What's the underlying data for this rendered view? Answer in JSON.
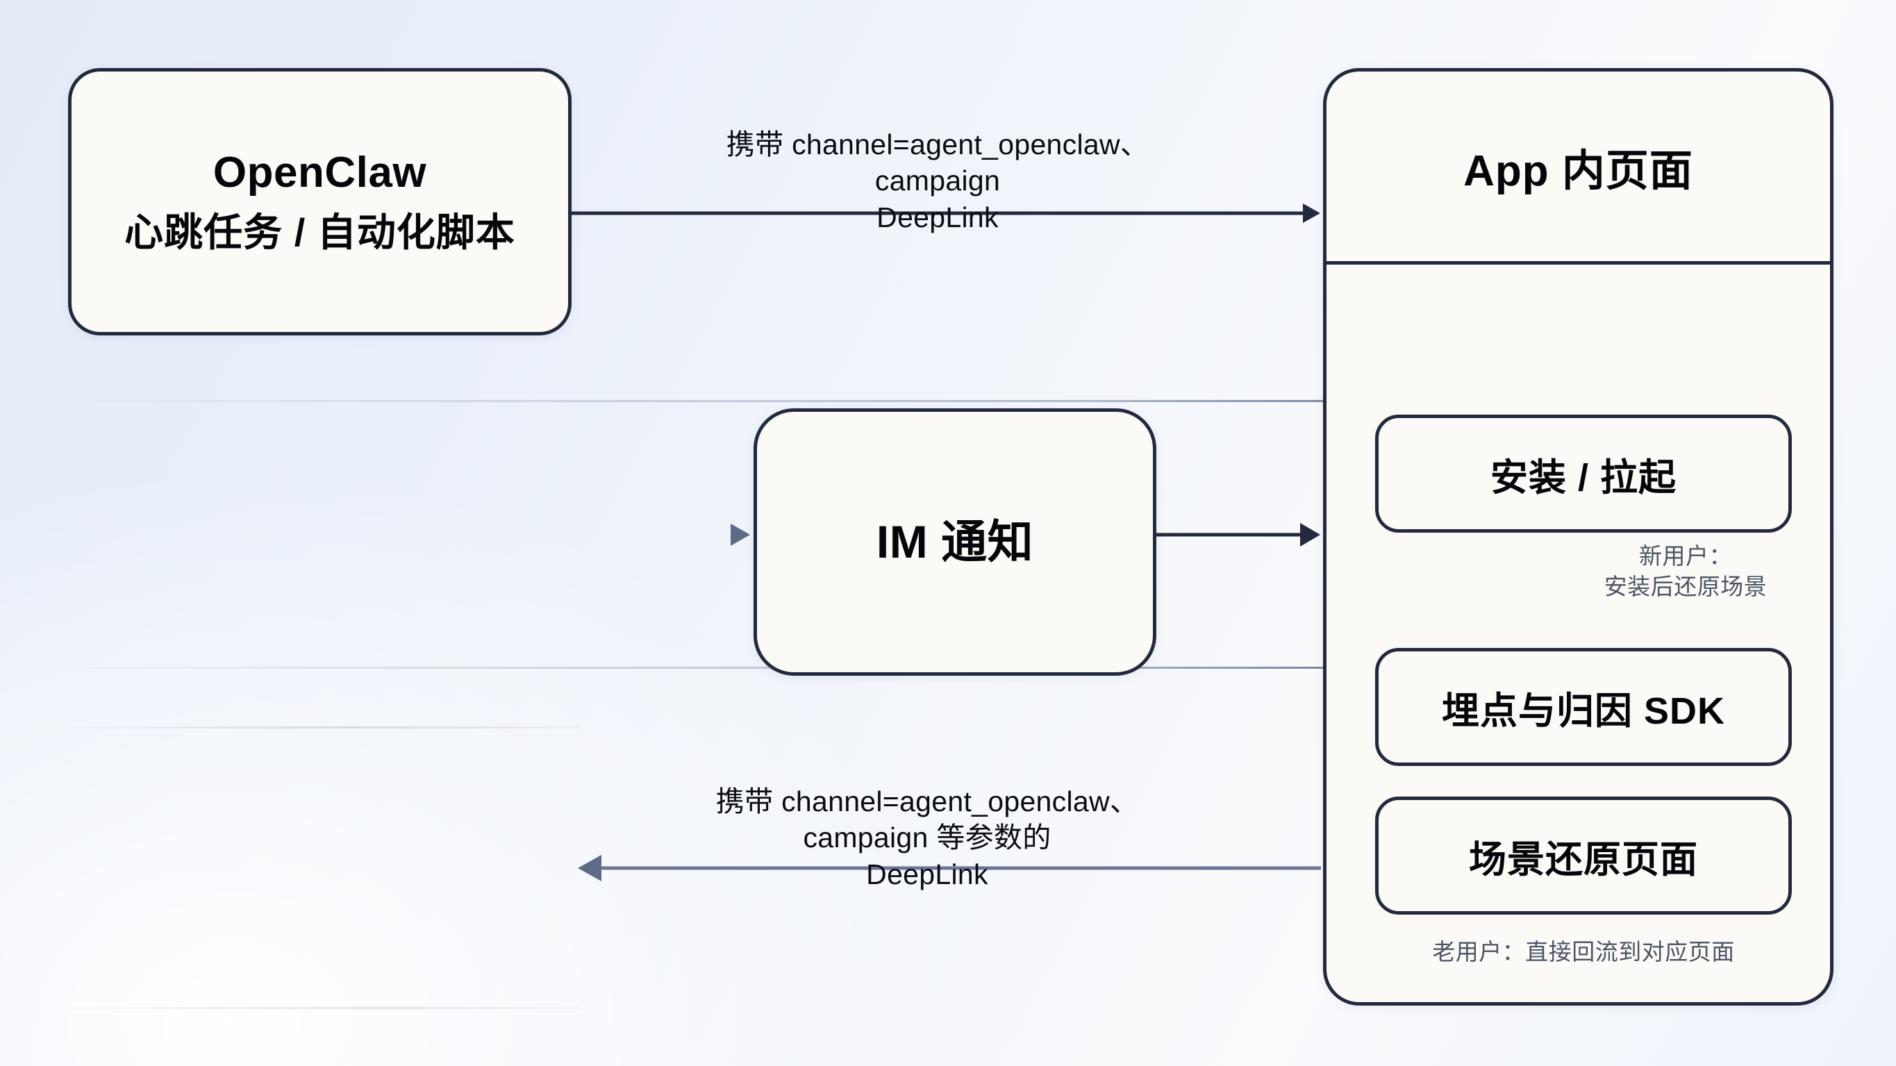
{
  "colors": {
    "stroke": "#232a3d",
    "node_fill": "#fbfaf6",
    "caption_text": "#4b5566",
    "background_top": "#e4ecf8",
    "background_bottom": "#fafbfd"
  },
  "nodes": {
    "openclaw": {
      "title": "OpenClaw",
      "subtitle": "心跳任务 / 自动化脚本"
    },
    "im": {
      "title": "IM 通知"
    },
    "app": {
      "header": "App 内页面",
      "sub_nodes": [
        {
          "label": "安装 / 拉起"
        },
        {
          "label": "埋点与归因 SDK"
        },
        {
          "label": "场景还原页面"
        }
      ],
      "captions": {
        "new_user": "新用户：\n安装后还原场景",
        "old_user": "老用户：直接回流到对应页面"
      }
    }
  },
  "edges": {
    "openclaw_to_app": {
      "label": "携带 channel=agent_openclaw、\ncampaign\nDeepLink",
      "direction": "right"
    },
    "im_to_app": {
      "label": "",
      "direction": "right"
    },
    "app_to_left": {
      "label": "携带 channel=agent_openclaw、\ncampaign 等参数的\nDeepLink",
      "direction": "left"
    },
    "install_to_header": {
      "direction": "up"
    },
    "install_to_sdk": {
      "direction": "down"
    }
  },
  "decor": {
    "ghost_lines": 5
  }
}
